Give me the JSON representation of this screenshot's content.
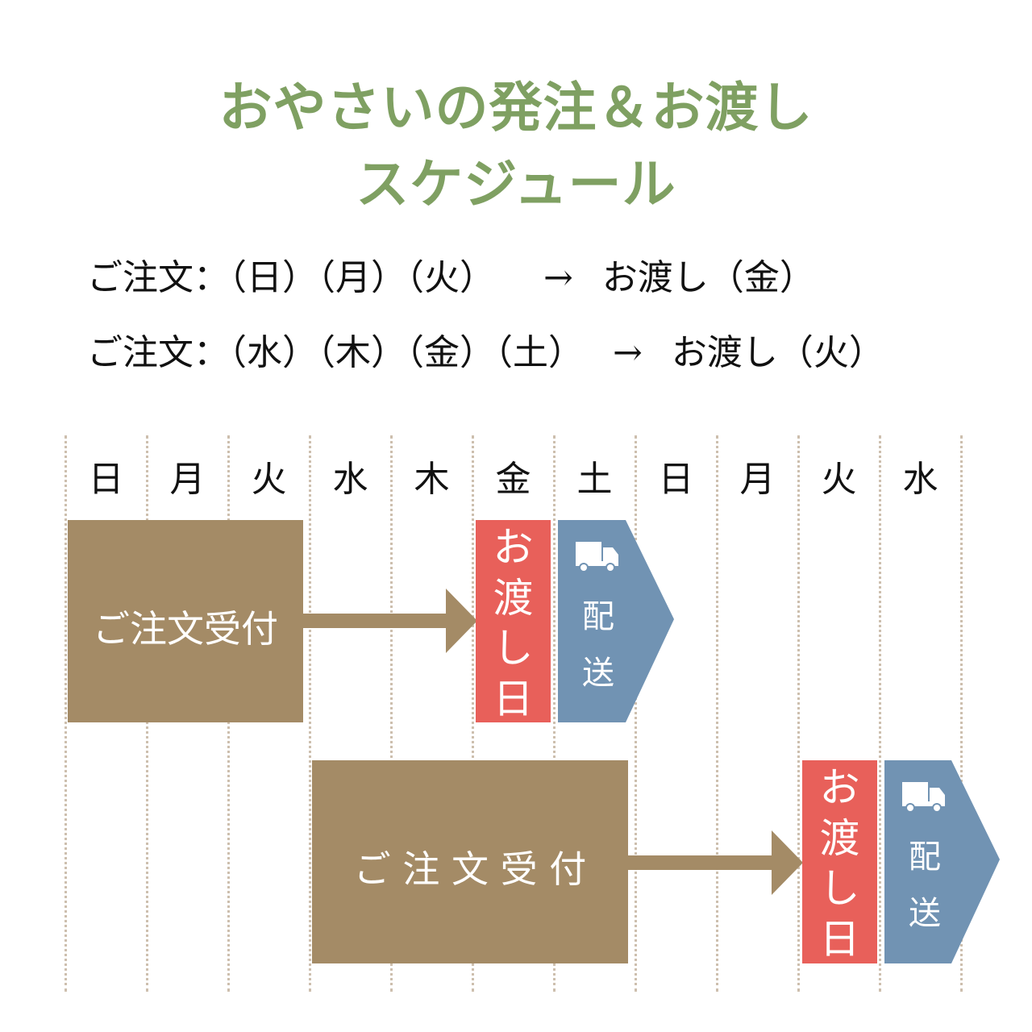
{
  "title": {
    "line1": "おやさいの発注＆お渡し",
    "line2": "スケジュール"
  },
  "schedule": [
    {
      "order_label": "ご注文：",
      "order_days": "（日）（月）（火）",
      "arrow": "→",
      "handover_label": "お渡し",
      "handover_day": "（金）"
    },
    {
      "order_label": "ご注文：",
      "order_days": "（水）（木）（金）（土）",
      "arrow": "→",
      "handover_label": "お渡し",
      "handover_day": "（火）"
    }
  ],
  "days": [
    "日",
    "月",
    "火",
    "水",
    "木",
    "金",
    "土",
    "日",
    "月",
    "火",
    "水"
  ],
  "rows": [
    {
      "order_label": "ご注文受付",
      "handover": [
        "お",
        "渡",
        "し",
        "日"
      ],
      "delivery": [
        "配",
        "送"
      ],
      "truck_icon": "truck-icon"
    },
    {
      "order_label": "ご 注 文 受 付",
      "handover": [
        "お",
        "渡",
        "し",
        "日"
      ],
      "delivery": [
        "配",
        "送"
      ],
      "truck_icon": "truck-icon"
    }
  ],
  "colors": {
    "title": "#7fa062",
    "order": "#a48b66",
    "handover": "#e8605a",
    "delivery": "#7193b3"
  }
}
